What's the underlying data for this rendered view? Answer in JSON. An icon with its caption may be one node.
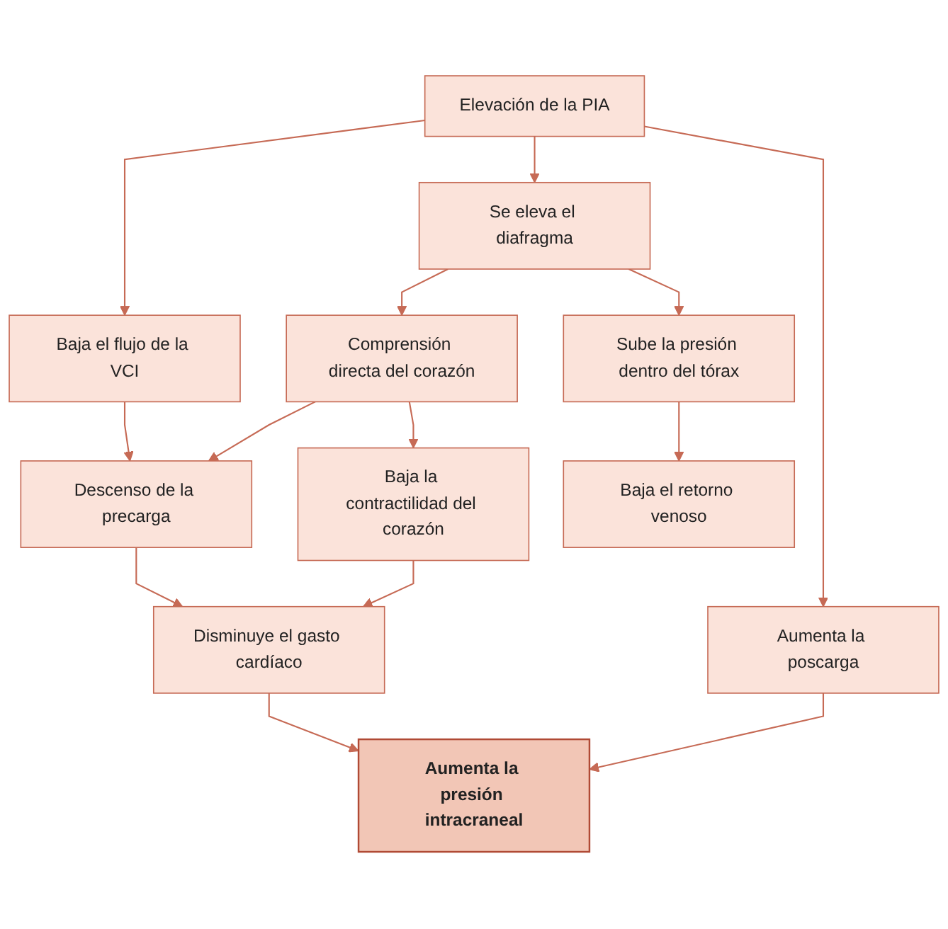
{
  "diagram": {
    "nodes": [
      {
        "text": [
          "Elevación de la PIA"
        ]
      },
      {
        "text": [
          "Baja el flujo de la VCI"
        ]
      },
      {
        "text": [
          "Se eleva el diafragma"
        ]
      },
      {
        "text": [
          "Aumenta la poscarga"
        ]
      },
      {
        "text": [
          "Descenso de la precarga"
        ]
      },
      {
        "text": [
          "Comprensión directa del corazón"
        ]
      },
      {
        "text": [
          "Sube la presión dentro del tórax"
        ]
      },
      {
        "text": [
          "Baja la contractilidad del corazón"
        ]
      },
      {
        "text": [
          "Baja el retorno venoso"
        ]
      },
      {
        "text": [
          "Disminuye el gasto cardíaco"
        ]
      },
      {
        "text": [
          "Aumenta la presión intracraneal"
        ]
      }
    ],
    "edges": [
      {
        "from": 0,
        "to": 1,
        "arrow": "to"
      },
      {
        "from": 0,
        "to": 2,
        "arrow": "to"
      },
      {
        "from": 0,
        "to": 3,
        "arrow": "to"
      },
      {
        "from": 1,
        "to": 4,
        "arrow": "to"
      },
      {
        "from": 2,
        "to": 5,
        "arrow": "to"
      },
      {
        "from": 2,
        "to": 6,
        "arrow": "to"
      },
      {
        "from": 5,
        "to": 4,
        "arrow": "to"
      },
      {
        "from": 5,
        "to": 7,
        "arrow": "to"
      },
      {
        "from": 6,
        "to": 8,
        "arrow": "to"
      },
      {
        "from": 7,
        "to": 9,
        "arrow": "to"
      },
      {
        "from": 4,
        "to": 9,
        "arrow": "to"
      },
      {
        "from": 9,
        "to": 10,
        "arrow": "to"
      },
      {
        "from": 3,
        "to": 10,
        "arrow": "to"
      }
    ]
  }
}
